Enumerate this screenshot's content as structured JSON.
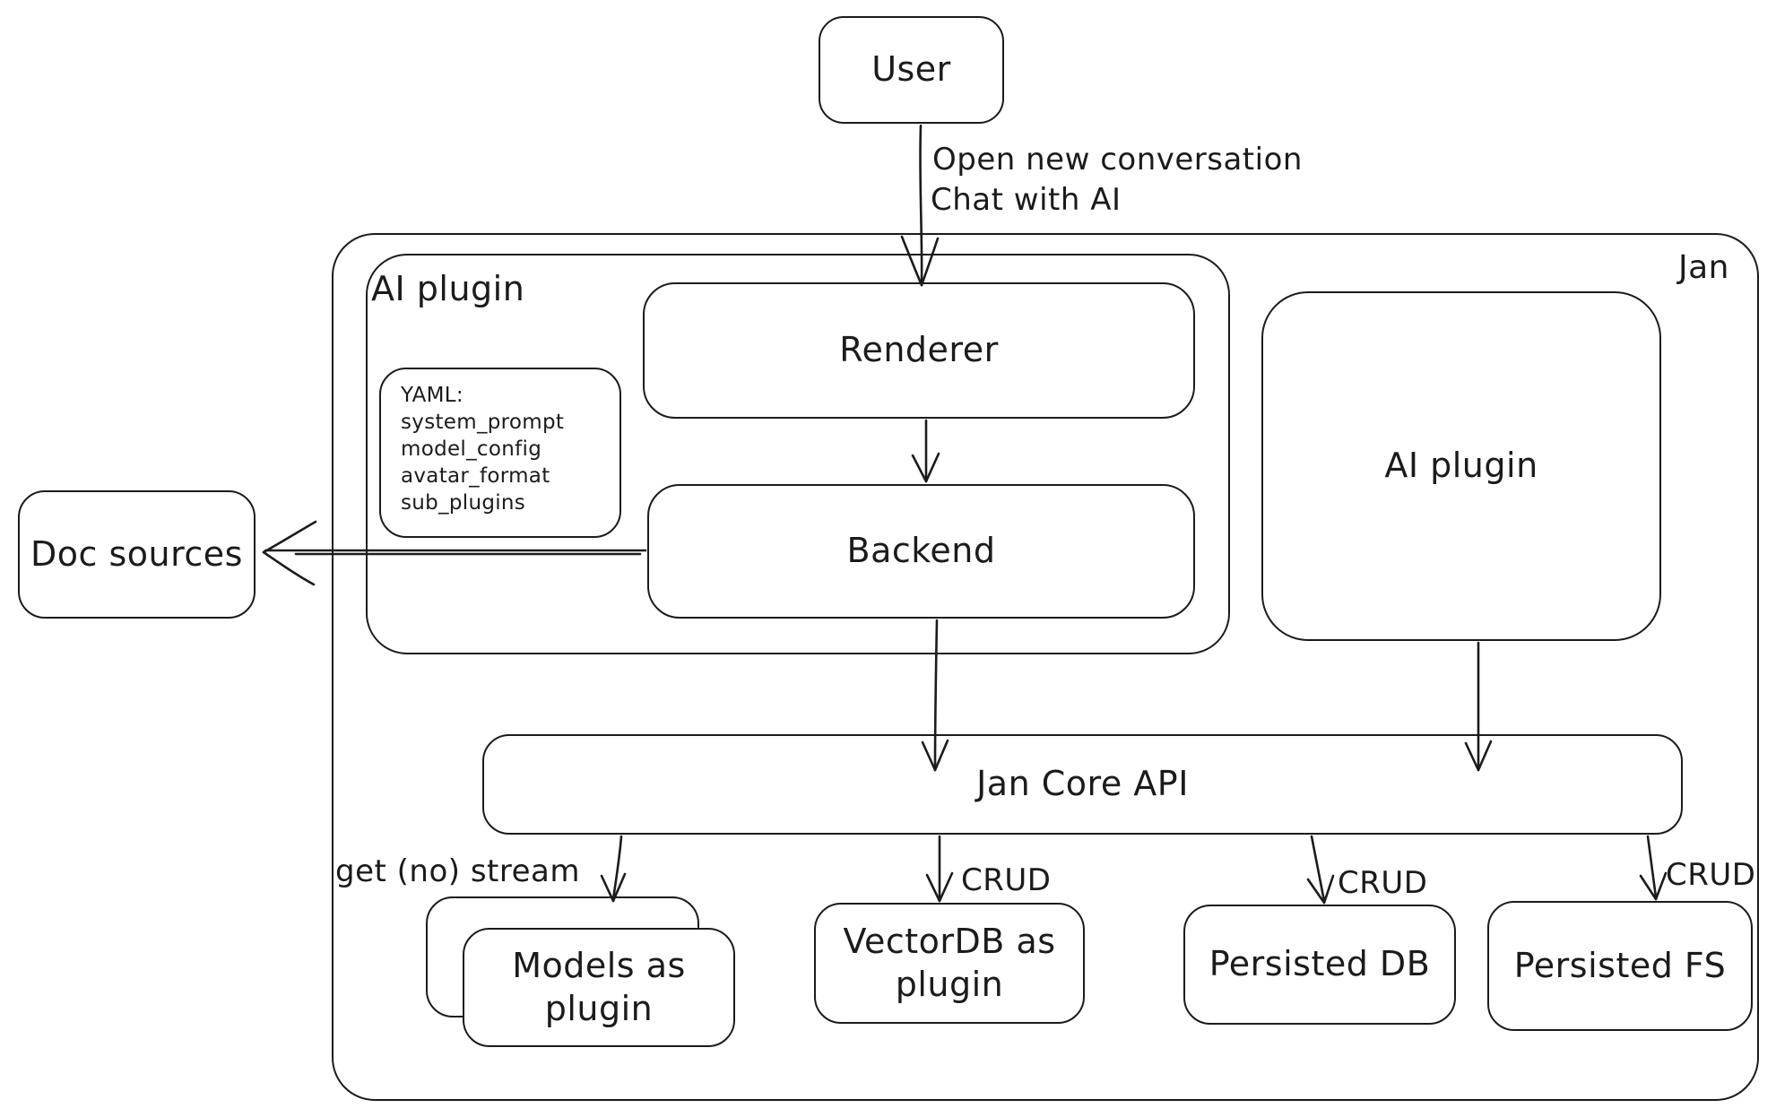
{
  "colors": {
    "stroke": "#1b1b1b",
    "background": "#ffffff"
  },
  "nodes": {
    "user": "User",
    "jan": "Jan",
    "ai_plugin_left": "AI plugin",
    "ai_plugin_right": "AI plugin",
    "renderer": "Renderer",
    "backend": "Backend",
    "doc_sources": "Doc sources",
    "jan_core_api": "Jan Core API",
    "models": {
      "line1": "Models as",
      "line2": "plugin"
    },
    "vectordb": {
      "line1": "VectorDB as",
      "line2": "plugin"
    },
    "persisted_db": "Persisted DB",
    "persisted_fs": "Persisted FS",
    "yaml_note": {
      "title": "YAML:",
      "items": [
        "system_prompt",
        "model_config",
        "avatar_format",
        "sub_plugins"
      ]
    }
  },
  "edge_labels": {
    "user_to_renderer_line1": "Open new conversation",
    "user_to_renderer_line2": "Chat with AI",
    "get_stream": "get (no) stream",
    "crud_vectordb": "CRUD",
    "crud_persisted_db": "CRUD",
    "crud_persisted_fs": "CRUD"
  }
}
